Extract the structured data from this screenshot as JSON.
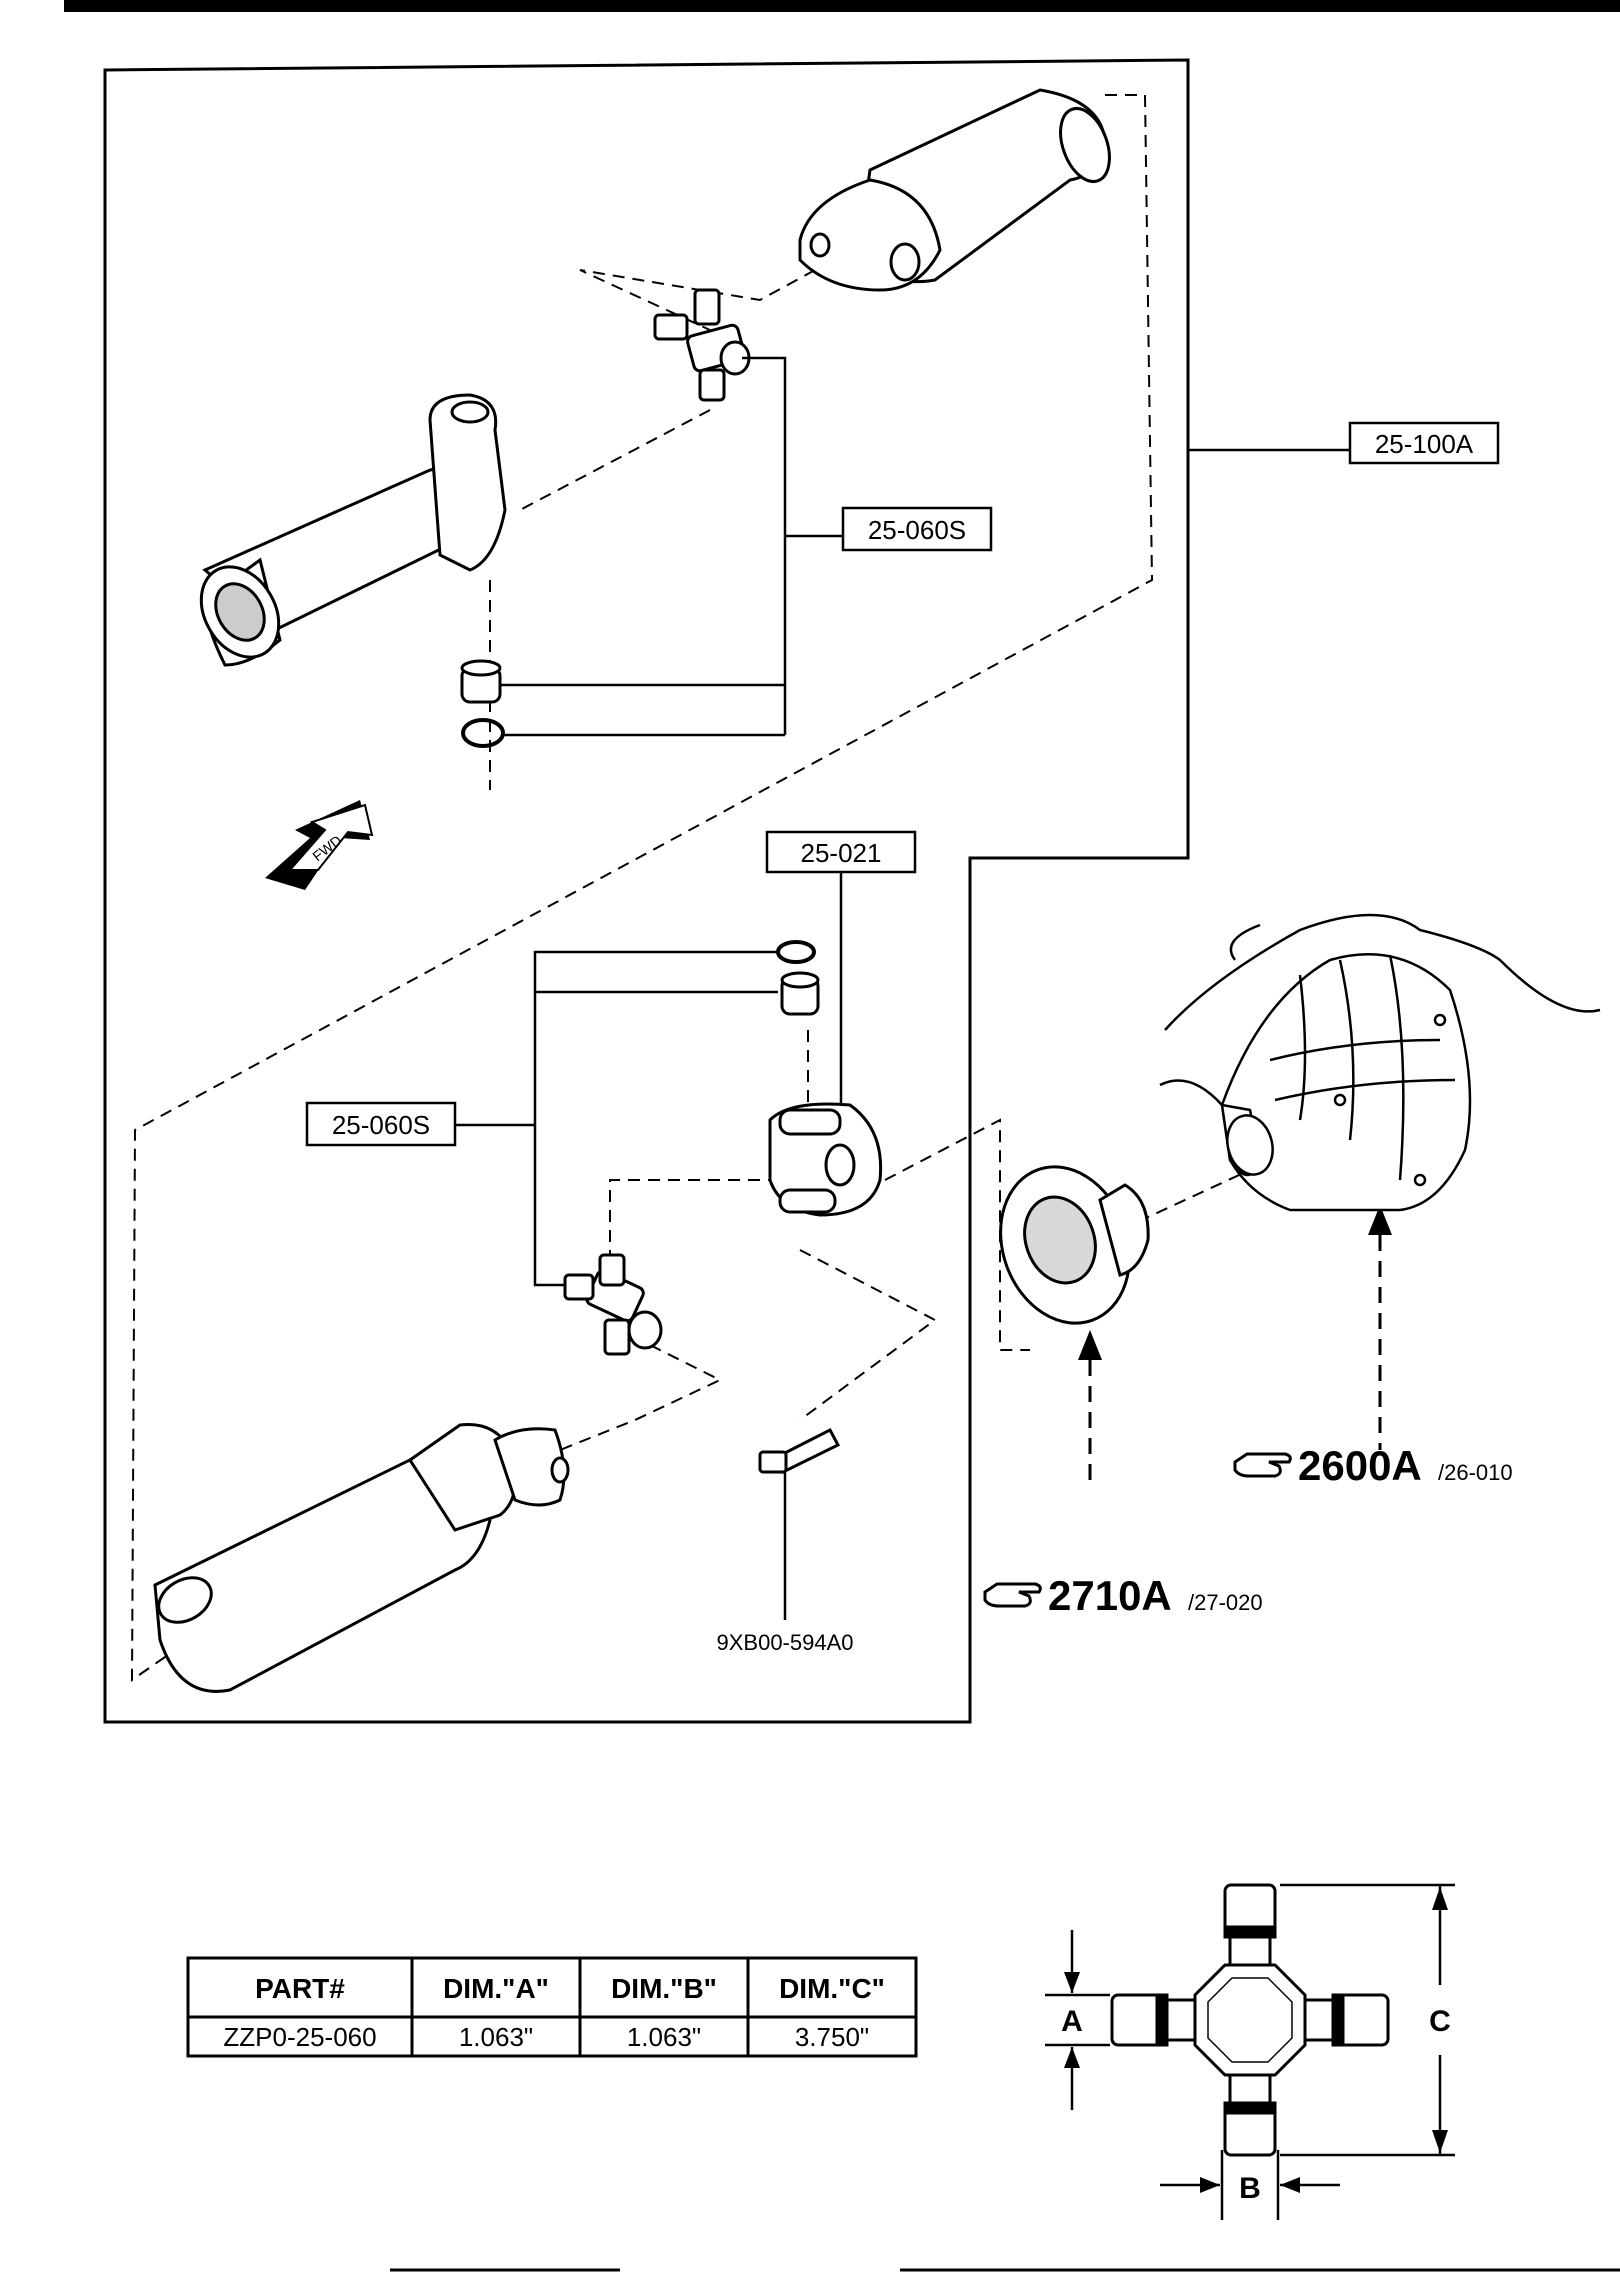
{
  "callouts": {
    "assembly": "25-100A",
    "ujoint_kit_upper": "25-060S",
    "yoke": "25-021",
    "ujoint_kit_lower": "25-060S",
    "bolt": "9XB00-594A0"
  },
  "references": [
    {
      "number": "2600A",
      "suffix": "/26-010"
    },
    {
      "number": "2710A",
      "suffix": "/27-020"
    }
  ],
  "fwd_label": "FWD",
  "dimension_labels": {
    "a": "A",
    "b": "B",
    "c": "C"
  },
  "table": {
    "headers": [
      "PART#",
      "DIM.\"A\"",
      "DIM.\"B\"",
      "DIM.\"C\""
    ],
    "rows": [
      [
        "ZZP0-25-060",
        "1.063\"",
        "1.063\"",
        "3.750\""
      ]
    ]
  },
  "icons": [
    "pointing-hand-icon",
    "fwd-arrow-icon"
  ]
}
